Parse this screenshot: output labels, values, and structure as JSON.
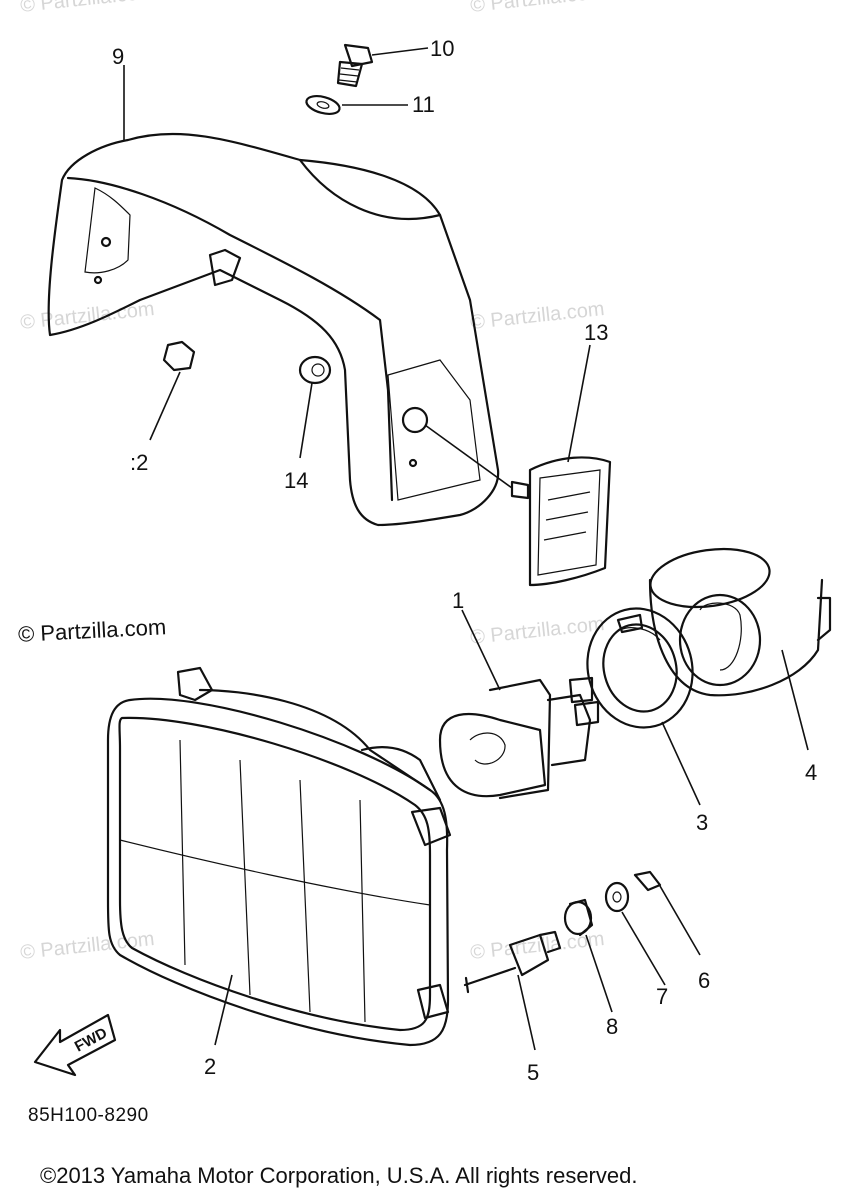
{
  "watermark_text": "© Partzilla.com",
  "copyright_mark": "© Partzilla.com",
  "figure_code": "85H100-8290",
  "footer": "©2013 Yamaha Motor Corporation, U.S.A. All rights reserved.",
  "fwd_label": "FWD",
  "callouts": [
    "1",
    "2",
    "3",
    "4",
    "5",
    "6",
    "7",
    "8",
    "9",
    "10",
    "11",
    ":2",
    "13",
    "14"
  ]
}
